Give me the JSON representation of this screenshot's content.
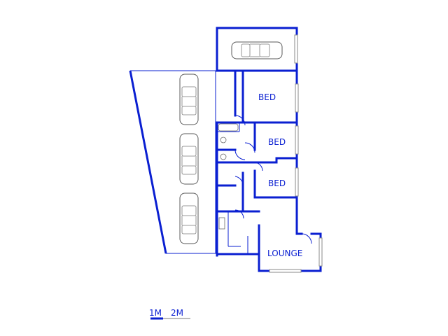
{
  "rooms": {
    "bed_1": "BED",
    "bed_2": "BED",
    "bed_3": "BED",
    "lounge": "LOUNGE"
  },
  "scale": {
    "label_1m": "1M",
    "label_2m": "2M"
  },
  "colors": {
    "wall": "#0a1fd1",
    "car": "#5a5a5a"
  }
}
